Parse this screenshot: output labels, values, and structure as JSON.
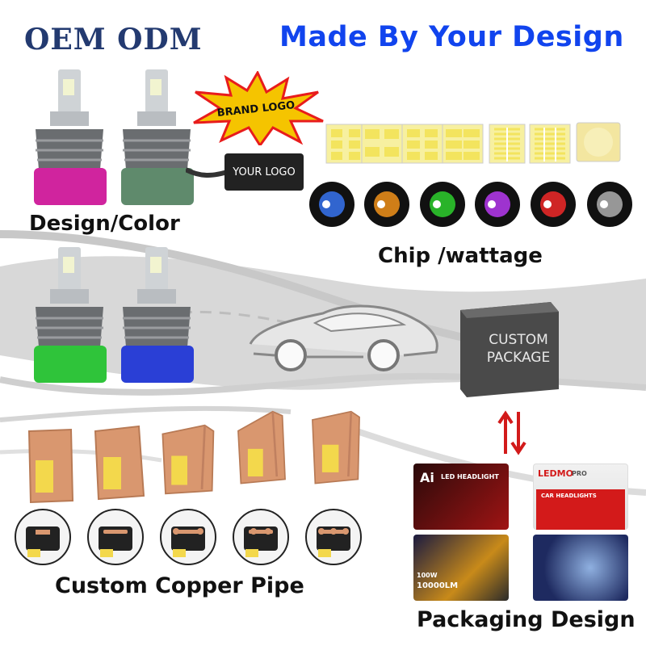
{
  "header": {
    "title_left": "OEM ODM",
    "title_right": "Made By Your Design"
  },
  "sections": {
    "design_color": "Design/Color",
    "chip_wattage": "Chip /wattage",
    "custom_copper_pipe": "Custom Copper Pipe",
    "packaging_design": "Packaging Design"
  },
  "badges": {
    "brand_logo": "BRAND LOGO",
    "your_logo": "YOUR LOGO"
  },
  "custom_package": {
    "line1": "CUSTOM",
    "line2": "PACKAGE"
  },
  "bulb_colors": [
    "#d0249e",
    "#5f8a6c",
    "#2fc43a",
    "#2a3fd6"
  ],
  "light_colors": [
    "#3a7bff",
    "#ff9a1a",
    "#2fdc2f",
    "#c23cff",
    "#ff2a2a",
    "#f2f2f2"
  ],
  "package_tiles": {
    "tile1_brand": "Ai",
    "tile1_name": "LED HEADLIGHT",
    "tile2_brand": "LEDMO",
    "tile2_sub": "PRO",
    "tile2_name": "CAR HEADLIGHTS",
    "tile3_lumen": "10000LM",
    "tile3_watt": "100W"
  },
  "icons": {
    "swap": "swap-arrows-icon",
    "starburst": "starburst-icon",
    "car": "car-outline-icon"
  },
  "accent_colors": {
    "oem": "#233a70",
    "made": "#1144ee",
    "copper": "#d9976f",
    "star": "#f5c400",
    "swap": "#d21a1a"
  }
}
